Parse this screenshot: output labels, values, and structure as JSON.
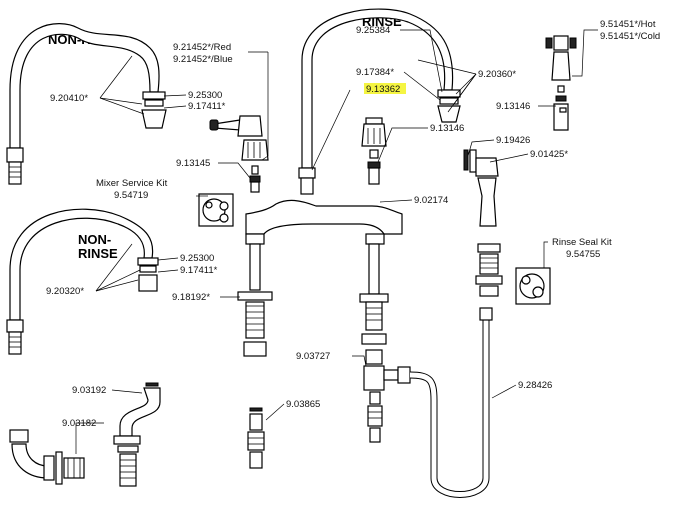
{
  "headings": {
    "rinse": "RINSE",
    "non_rinse_top": "NON-RINSE",
    "non_rinse_mid_1": "NON-",
    "non_rinse_mid_2": "RINSE"
  },
  "labels": {
    "p_9_21452_red": "9.21452*/Red",
    "p_9_21452_blue": "9.21452*/Blue",
    "p_9_20410": "9.20410*",
    "p_9_25300_top": "9.25300",
    "p_9_17411_top": "9.17411*",
    "p_9_13145": "9.13145",
    "mixer_kit_line1": "Mixer Service Kit",
    "mixer_kit_line2": "9.54719",
    "p_9_25384": "9.25384",
    "p_9_17384": "9.17384*",
    "p_9_13362": "9.13362",
    "p_9_13146_mid": "9.13146",
    "p_9_20360": "9.20360*",
    "p_9_51451_hot": "9.51451*/Hot",
    "p_9_51451_cold": "9.51451*/Cold",
    "p_9_13146_right": "9.13146",
    "p_9_19426": "9.19426",
    "p_9_01425": "9.01425*",
    "p_9_02174": "9.02174",
    "rinse_kit_line1": "Rinse Seal Kit",
    "rinse_kit_line2": "9.54755",
    "p_9_25300_mid": "9.25300",
    "p_9_17411_mid": "9.17411*",
    "p_9_20320": "9.20320*",
    "p_9_18192": "9.18192*",
    "p_9_03727": "9.03727",
    "p_9_28426": "9.28426",
    "p_9_03192": "9.03192",
    "p_9_03182": "9.03182",
    "p_9_03865": "9.03865"
  },
  "colors": {
    "highlight": "#f5f542",
    "line": "#000000"
  }
}
